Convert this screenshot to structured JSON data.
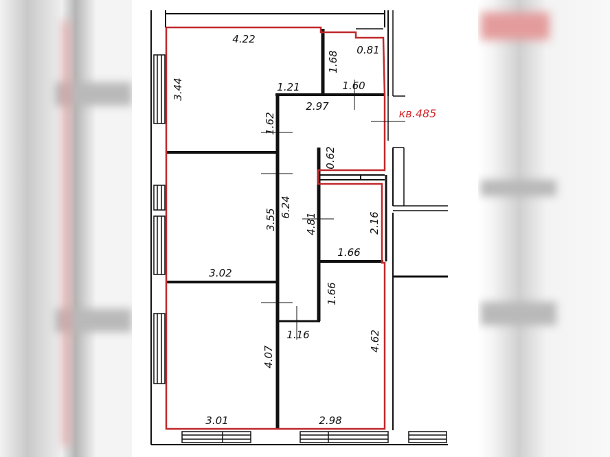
{
  "plan": {
    "apartment_label": "кв.485",
    "dimensions": {
      "top_room_width": "4.22",
      "top_room_height": "3.44",
      "bath_top_height": "1.68",
      "bath_top_notch": "0.81",
      "top_room_step": "1.21",
      "bath_top_width": "1.60",
      "hall_width": "2.97",
      "hall_left_height": "1.62",
      "hall_right_height": "0.62",
      "mid_room_height": "3.55",
      "corridor_length": "6.24",
      "corridor_inner": "4.81",
      "bath_height": "2.16",
      "bath_width": "1.66",
      "mid_room_width": "3.02",
      "corridor_lower": "1.66",
      "corridor_end_width": "1.16",
      "bottom_left_height": "4.07",
      "bottom_right_height": "4.62",
      "bottom_left_width": "3.01",
      "bottom_right_width": "2.98"
    },
    "colors": {
      "outline": "#c0282c",
      "walls": "#111111",
      "label_accent": "#d0262a"
    }
  }
}
